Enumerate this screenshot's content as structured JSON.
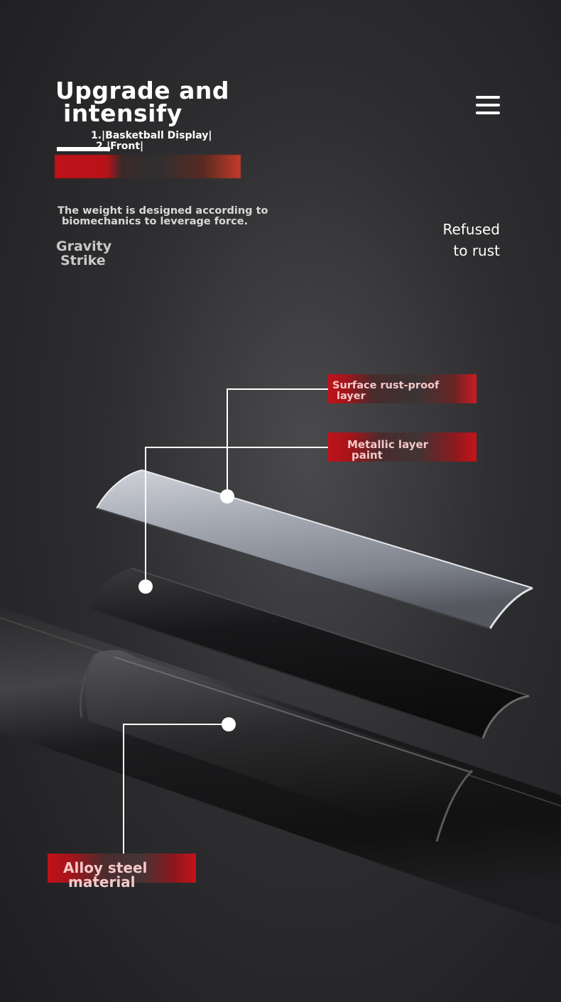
{
  "header": {
    "title_line1": "Upgrade and",
    "title_line2": "intensify",
    "subnav_line1": "1.|Basketball Display|",
    "subnav_line2": "2.|Front|"
  },
  "intro": {
    "description_line1": "The weight is designed according to",
    "description_line2": "biomechanics to leverage force.",
    "tagline_line1": "Gravity",
    "tagline_line2": "Strike"
  },
  "feature": {
    "line1": "Refused",
    "line2": "to rust"
  },
  "layers": {
    "surface_line1": "Surface rust-proof",
    "surface_line2": "layer",
    "metal_line1": "Metallic layer",
    "metal_line2": "paint",
    "alloy_line1": "Alloy steel",
    "alloy_line2": "material"
  },
  "icons": {
    "menu": "hamburger-menu-icon"
  },
  "colors": {
    "accent_red": "#c0121a",
    "background": "#2e2e30",
    "text": "#ffffff"
  }
}
